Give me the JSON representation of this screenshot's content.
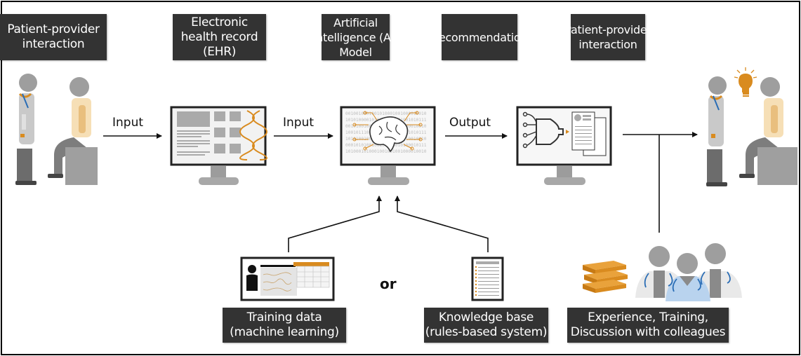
{
  "title": "AI-assisted clinical decision workflow",
  "stages": [
    {
      "id": "patient-provider-start",
      "lines": [
        "Patient-provider",
        "interaction"
      ]
    },
    {
      "id": "ehr",
      "lines": [
        "Electronic",
        "health record",
        "(EHR)"
      ]
    },
    {
      "id": "ai-model",
      "lines": [
        "Artificial",
        "intelligence (AI)",
        "Model"
      ]
    },
    {
      "id": "recommendation",
      "lines": [
        "Recommendation"
      ]
    },
    {
      "id": "patient-provider-end",
      "lines": [
        "Patient-provider",
        "interaction"
      ]
    }
  ],
  "arrows": {
    "patient_to_ehr": "Input",
    "ehr_to_ai": "Input",
    "ai_to_recommendation": "Output"
  },
  "sources": {
    "training": {
      "lines": [
        "Training data",
        "(machine learning)"
      ]
    },
    "connector": "or",
    "knowledge": {
      "lines": [
        "Knowledge base",
        "(rules-based system)"
      ]
    },
    "experience": {
      "lines": [
        "Experience, Training,",
        "Discussion with colleagues"
      ]
    }
  },
  "colors": {
    "label_bg": "#333333",
    "label_text": "#ffffff",
    "accent_orange": "#d98b1f",
    "figure_gray": "#9e9e9e",
    "stethoscope_blue": "#2a6db5",
    "scrubs_blue": "#b9d3ee",
    "shirt_cream": "#f6dfb6"
  }
}
